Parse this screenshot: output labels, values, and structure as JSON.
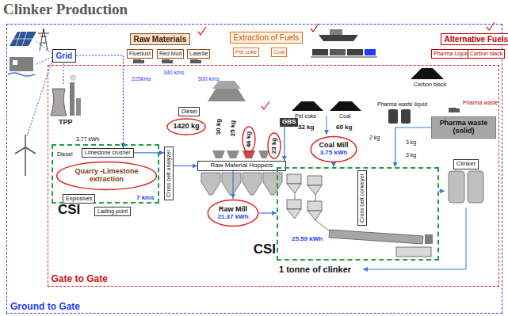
{
  "diagram": {
    "title": "Clinker Production",
    "nodes": [
      {
        "text": [
          "Ground to Gate"
        ]
      },
      {
        "text": [
          "Gate to Gate"
        ],
        "in": 0
      },
      {
        "text": [
          "Raw Materials"
        ],
        "in": 0
      },
      {
        "text": [
          "Extraction of Fuels"
        ],
        "in": 0
      },
      {
        "text": [
          "Alternative Fuels"
        ],
        "in": 0
      },
      {
        "text": [
          "Grid"
        ],
        "in": 0
      },
      {
        "text": [
          "CSI"
        ],
        "in": 1
      },
      {
        "text": [
          "Limestone crusher"
        ],
        "in": 6
      },
      {
        "text": [
          "Quarry -Limestone extraction"
        ],
        "in": 6
      },
      {
        "text": [
          "Explosives"
        ],
        "in": 6
      },
      {
        "text": [
          "Lading point"
        ],
        "in": 1
      },
      {
        "text": [
          "Cross belt analyzer"
        ],
        "in": 1
      },
      {
        "text": [
          "Diesel"
        ],
        "in": 1
      },
      {
        "text": [
          "Raw Material Hoppers"
        ],
        "in": 1
      },
      {
        "text": [
          "Raw Mill",
          "21.37 kWh"
        ],
        "in": 1
      },
      {
        "text": [
          "GBS"
        ],
        "in": 1
      },
      {
        "text": [
          "Coal Mill",
          "3.75 kWh"
        ],
        "in": 1
      },
      {
        "text": [
          "CSI"
        ],
        "in": 1
      },
      {
        "text": [
          "Cross belt conveyor"
        ],
        "in": 17
      },
      {
        "text": [
          "Clinker"
        ],
        "in": 1
      },
      {
        "text": [
          "Pharma waste (solid)"
        ],
        "in": 1
      }
    ],
    "edges": [
      {
        "from": 5,
        "to": 7,
        "arrow": "to"
      },
      {
        "from": 7,
        "to": 11,
        "arrow": "to"
      },
      {
        "from": 11,
        "to": 13,
        "arrow": "to"
      },
      {
        "from": 13,
        "to": 14,
        "arrow": "to"
      },
      {
        "from": 14,
        "to": 17,
        "arrow": "to"
      },
      {
        "from": 15,
        "to": 13,
        "arrow": "to"
      },
      {
        "from": 16,
        "to": 17,
        "arrow": "to"
      },
      {
        "from": 20,
        "to": 17,
        "arrow": "to"
      },
      {
        "from": 17,
        "to": 19,
        "arrow": "to"
      }
    ],
    "labels": [
      "Fluedust",
      "Red Mud",
      "Laterite",
      "225kms",
      "340 kms",
      "500 kms",
      "Pet coke",
      "Coal",
      "Pharma Liquid",
      "Carbon black",
      "TPP",
      "3.77 kWh",
      "Diesel",
      "7 kms",
      "1420 kg",
      "30 kg",
      "25 kg",
      "46 kg",
      "23 kg",
      "Pet coke",
      "32 kg",
      "Coal",
      "60 kg",
      "Pharma waste liquid",
      "Carbon black",
      "Pharma waste",
      "2 kg",
      "3 kg",
      "3 kg",
      "25.59 kWh",
      "1 tonne of clinker"
    ]
  }
}
